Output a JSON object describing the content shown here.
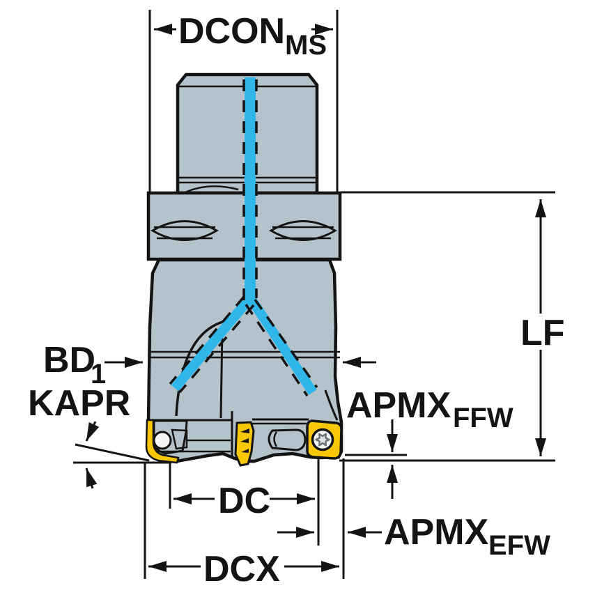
{
  "figure": {
    "type": "technical-dimension-drawing",
    "subject": "Indexable face milling cutter with coolant channels, yellow inserts and dimension callouts"
  },
  "colors": {
    "ink": "#141414",
    "background": "#ffffff",
    "body_fill": "#b4c3cb",
    "coolant": "#2eb7e8",
    "insert_yellow": "#fac705",
    "screw_fill": "#f4f4f2"
  },
  "labels": {
    "dcon": {
      "main": "DCON",
      "sub": "MS"
    },
    "lf": {
      "main": "LF"
    },
    "bd1": {
      "main": "BD",
      "sub": "1"
    },
    "kapr": {
      "main": "KAPR"
    },
    "apmx_ffw": {
      "main": "APMX",
      "sub": "FFW"
    },
    "dc": {
      "main": "DC"
    },
    "apmx_efw": {
      "main": "APMX",
      "sub": "EFW"
    },
    "dcx": {
      "main": "DCX"
    }
  }
}
